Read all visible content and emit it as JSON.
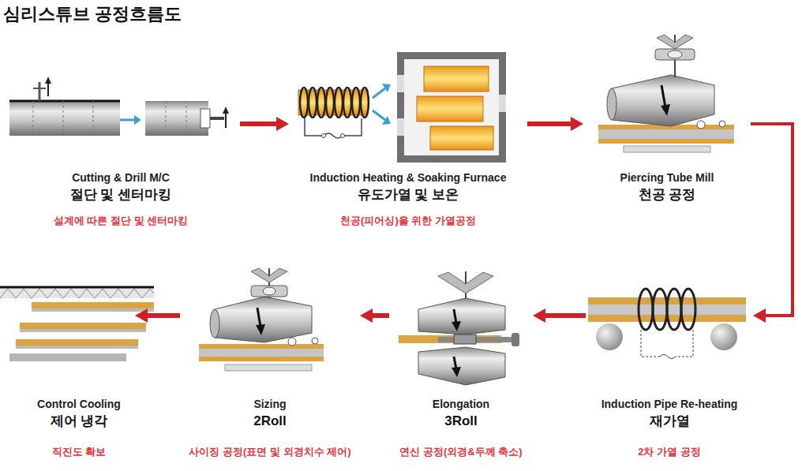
{
  "diagram": {
    "title": "심리스튜브 공정흐름도",
    "nodes": [
      {
        "text": [
          "Cutting & Drill M/C",
          "절단 및 센터마킹",
          "설계에 따른 절단 및 센터마킹"
        ]
      },
      {
        "text": [
          "Induction Heating & Soaking Furnace",
          "유도가열 및 보온",
          "천공(피어싱)을 위한 가열공정"
        ]
      },
      {
        "text": [
          "Piercing Tube Mill",
          "천공 공정"
        ]
      },
      {
        "text": [
          "Induction Pipe Re-heating",
          "재가열",
          "2차 가열 공정"
        ]
      },
      {
        "text": [
          "Elongation",
          "3Roll",
          "연신 공정(외경&두께 축소)"
        ]
      },
      {
        "text": [
          "Sizing",
          "2Roll",
          "사이징 공정(표면 및 외경치수 제어)"
        ]
      },
      {
        "text": [
          "Control Cooling",
          "제어 냉각",
          "직진도 확보"
        ]
      }
    ],
    "edges": [
      {
        "from": 0,
        "to": 1,
        "arrow": "to"
      },
      {
        "from": 1,
        "to": 2,
        "arrow": "to"
      },
      {
        "from": 2,
        "to": 3,
        "arrow": "to"
      },
      {
        "from": 3,
        "to": 4,
        "arrow": "to"
      },
      {
        "from": 4,
        "to": 5,
        "arrow": "to"
      },
      {
        "from": 5,
        "to": 6,
        "arrow": "to"
      }
    ]
  }
}
